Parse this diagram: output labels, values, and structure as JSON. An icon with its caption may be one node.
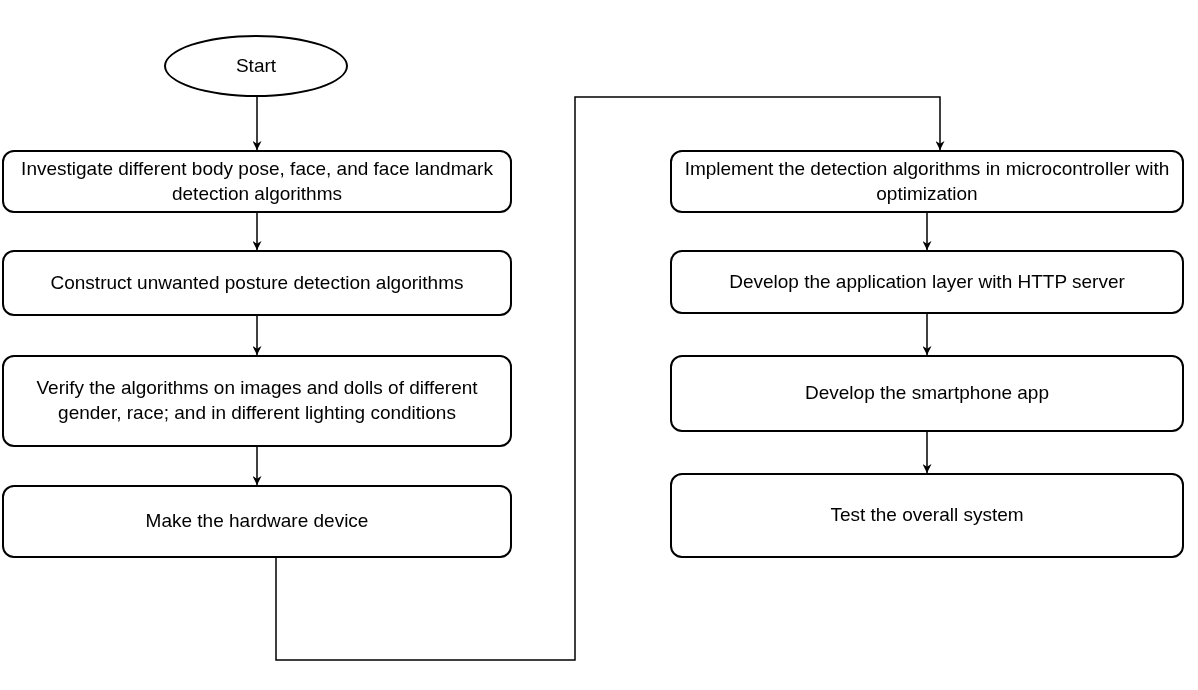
{
  "diagram": {
    "nodes": [
      {
        "text": [
          "Start"
        ]
      },
      {
        "text": [
          "Investigate different body pose, face, and face landmark detection algorithms"
        ]
      },
      {
        "text": [
          "Construct unwanted posture detection algorithms"
        ]
      },
      {
        "text": [
          "Verify the algorithms on images and dolls of different gender, race; and in different lighting conditions"
        ]
      },
      {
        "text": [
          "Make the hardware device"
        ]
      },
      {
        "text": [
          "Implement the detection algorithms in microcontroller with optimization"
        ]
      },
      {
        "text": [
          "Develop the application layer with HTTP server"
        ]
      },
      {
        "text": [
          "Develop the smartphone app"
        ]
      },
      {
        "text": [
          "Test the overall system"
        ]
      }
    ],
    "edges": [
      {
        "from": 0,
        "to": 1,
        "arrow": "to"
      },
      {
        "from": 1,
        "to": 2,
        "arrow": "to"
      },
      {
        "from": 2,
        "to": 3,
        "arrow": "to"
      },
      {
        "from": 3,
        "to": 4,
        "arrow": "to"
      },
      {
        "from": 4,
        "to": 5,
        "arrow": "to"
      },
      {
        "from": 5,
        "to": 6,
        "arrow": "to"
      },
      {
        "from": 6,
        "to": 7,
        "arrow": "to"
      },
      {
        "from": 7,
        "to": 8,
        "arrow": "to"
      }
    ]
  }
}
